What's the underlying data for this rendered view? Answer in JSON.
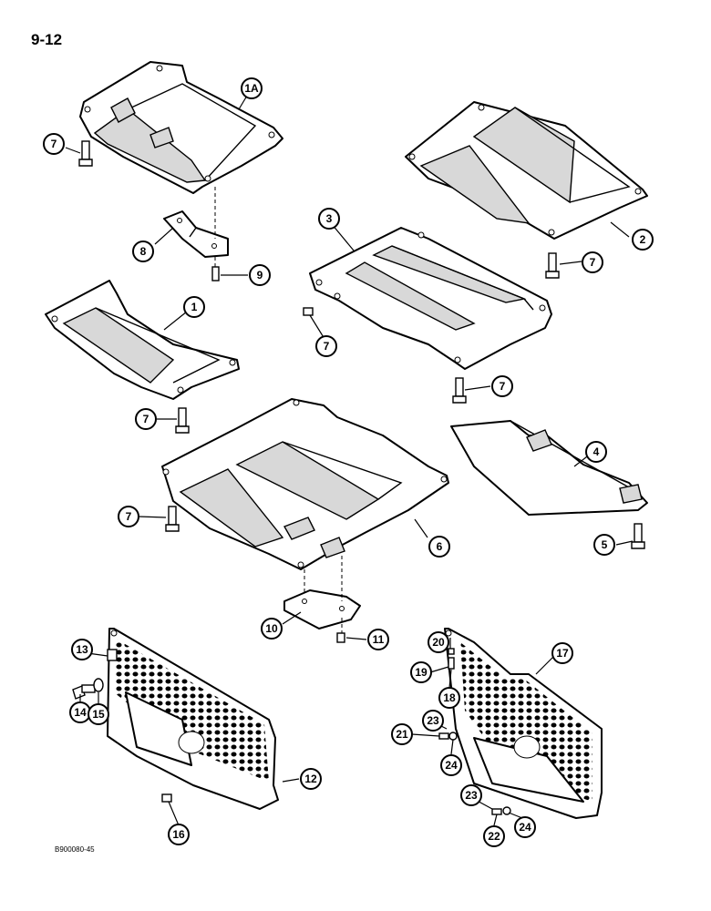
{
  "page": {
    "number": "9-12",
    "figure_code": "B900080-45"
  },
  "callouts": {
    "c1A": "1A",
    "c1": "1",
    "c2": "2",
    "c3": "3",
    "c4": "4",
    "c5": "5",
    "c6": "6",
    "c7": "7",
    "c8": "8",
    "c9": "9",
    "c10": "10",
    "c11": "11",
    "c12": "12",
    "c13": "13",
    "c14": "14",
    "c15": "15",
    "c16": "16",
    "c17": "17",
    "c18": "18",
    "c19": "19",
    "c20": "20",
    "c21": "21",
    "c22": "22",
    "c23": "23",
    "c24": "24"
  }
}
